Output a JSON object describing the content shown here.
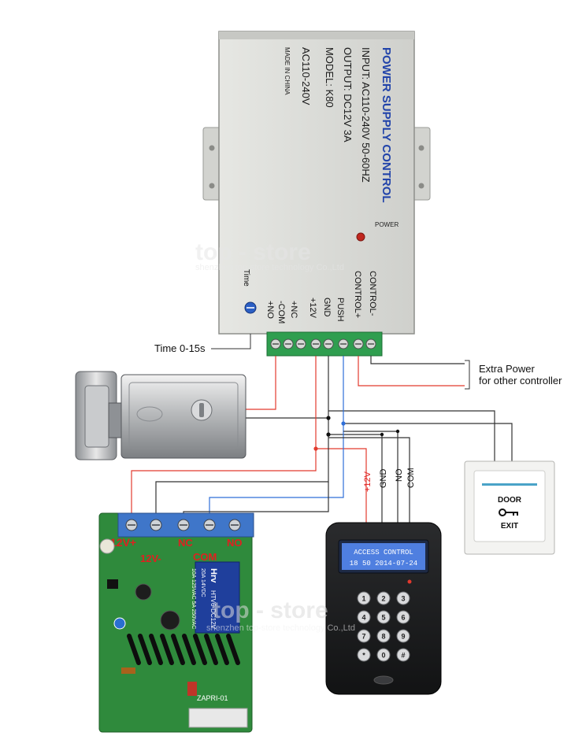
{
  "power_supply": {
    "title": "POWER SUPPLY CONTROL",
    "input": "INPUT: AC110-240V 50-60HZ",
    "output": "OUTPUT: DC12V 3A",
    "model": "MODEL: K80",
    "voltage": "AC110-240V",
    "made_in": "MADE IN CHINA",
    "power_label": "POWER",
    "time_label": "Time",
    "terminals": [
      "+NO",
      "-COM",
      "+NC",
      "+12V",
      "GND",
      "PUSH",
      "CONTROL+",
      "CONTROL-"
    ]
  },
  "annotations": {
    "time_range": "Time 0-15s",
    "extra_power_line1": "Extra Power",
    "extra_power_line2": "for other controller"
  },
  "watermark": {
    "brand": "top - store",
    "company": "shenzhen top-store technology Co.,Ltd"
  },
  "exit_button": {
    "line1": "DOOR",
    "line2": "EXIT"
  },
  "keypad": {
    "screen_line1": "ACCESS CONTROL",
    "screen_line2": "18 50  2014-07-24",
    "keys": [
      "1",
      "2",
      "3",
      "4",
      "5",
      "6",
      "7",
      "8",
      "9",
      "*",
      "0",
      "#"
    ],
    "wires": [
      "+12V",
      "GND",
      "NO",
      "COM"
    ]
  },
  "receiver": {
    "labels": {
      "v12_plus": "12V+",
      "v12_minus": "12V-",
      "nc": "NC",
      "com": "COM",
      "no": "NO"
    },
    "relay_brand": "Hrv",
    "relay_model": "HTV6-DC12V",
    "relay_spec1": "20A  14VDC",
    "relay_spec2": "10A 125VAC  5A 250VAC",
    "board_text": "ZAPRI-01"
  },
  "colors": {
    "red_wire": "#e23b2e",
    "blue_wire": "#2f6fd8",
    "black_wire": "#333333",
    "terminal_green": "#2f9e4f",
    "pcb_green": "#2f8a3c",
    "terminal_blue": "#3f76c9",
    "psu_body": "#dfe0dc",
    "label_red": "#e02020"
  },
  "icons": {
    "lock": "electric-lock-icon",
    "key": "key-icon",
    "pot": "potentiometer-icon"
  }
}
